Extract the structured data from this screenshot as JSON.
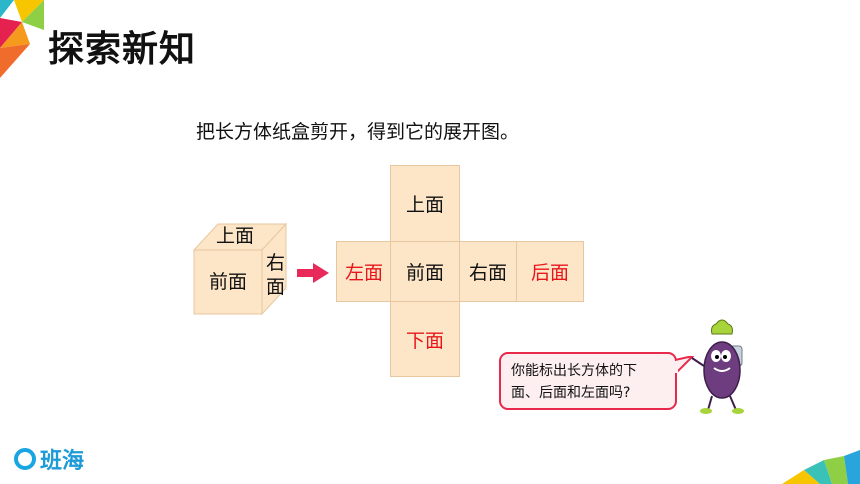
{
  "header": {
    "title": "探索新知"
  },
  "instruction": "把长方体纸盒剪开，得到它的展开图。",
  "cube": {
    "top": "上面",
    "front": "前面",
    "right_line1": "右",
    "right_line2": "面"
  },
  "net": {
    "top": "上面",
    "left": "左面",
    "front": "前面",
    "right": "右面",
    "back": "后面",
    "bottom": "下面"
  },
  "speech": {
    "line1": "你能标出长方体的下",
    "line2": "面、后面和左面吗?"
  },
  "logo": {
    "text": "班海"
  },
  "colors": {
    "highlight_red": "#e8161b",
    "face_fill": "#fde6c8",
    "arrow": "#e8295a",
    "logo_blue": "#1d9ad8"
  }
}
